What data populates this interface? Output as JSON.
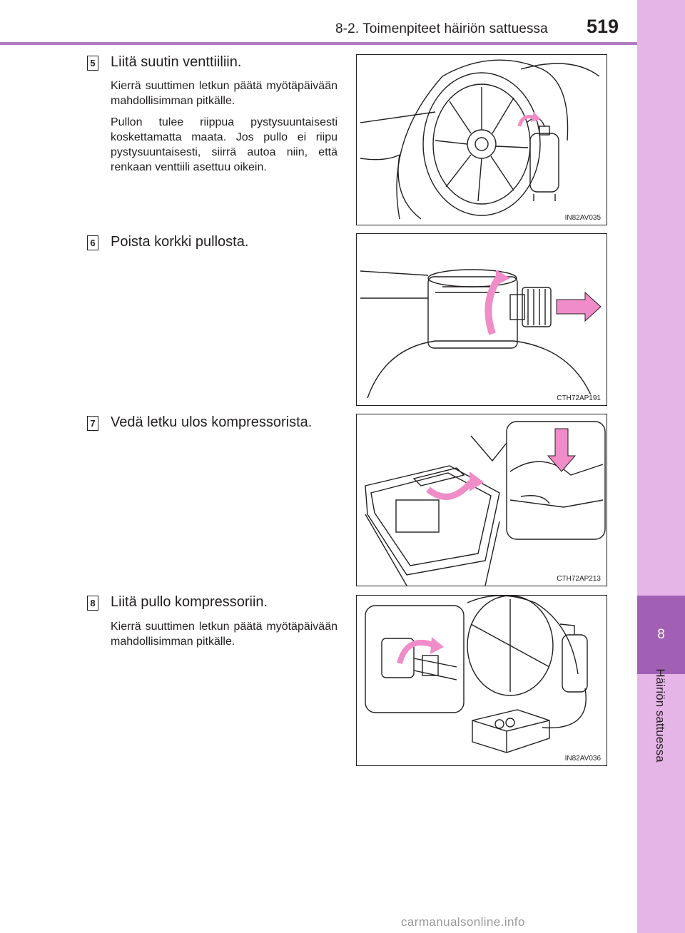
{
  "header": {
    "section_title": "8-2. Toimenpiteet häiriön sattuessa",
    "page_number": "519"
  },
  "side_tab": {
    "chapter_number": "8",
    "chapter_label": "Häiriön sattuessa"
  },
  "steps": [
    {
      "number": "5",
      "title": "Liitä suutin venttiiliin.",
      "paragraphs": [
        "Kierrä suuttimen letkun päätä myötäpäivään mahdollisimman pitkälle.",
        "Pullon tulee riippua pystysuuntaisesti koskettamatta maata. Jos pullo ei riipu pystysuuntaisesti, siirrä autoa niin, että renkaan venttiili asettuu oikein."
      ],
      "figure_code": "IN82AV035"
    },
    {
      "number": "6",
      "title": "Poista korkki pullosta.",
      "figure_code": "CTH72AP191"
    },
    {
      "number": "7",
      "title": "Vedä letku ulos kompressorista.",
      "figure_code": "CTH72AP213"
    },
    {
      "number": "8",
      "title": "Liitä pullo kompressoriin.",
      "paragraphs": [
        "Kierrä suuttimen letkun päätä myötäpäivään mahdollisimman pitkälle."
      ],
      "figure_code": "IN82AV036"
    }
  ],
  "footer": {
    "watermark": "carmanualsonline.info"
  },
  "colors": {
    "accent_purple": "#a160b4",
    "tab_pink": "#e6b5e8",
    "arrow_pink": "#f08cc8"
  }
}
